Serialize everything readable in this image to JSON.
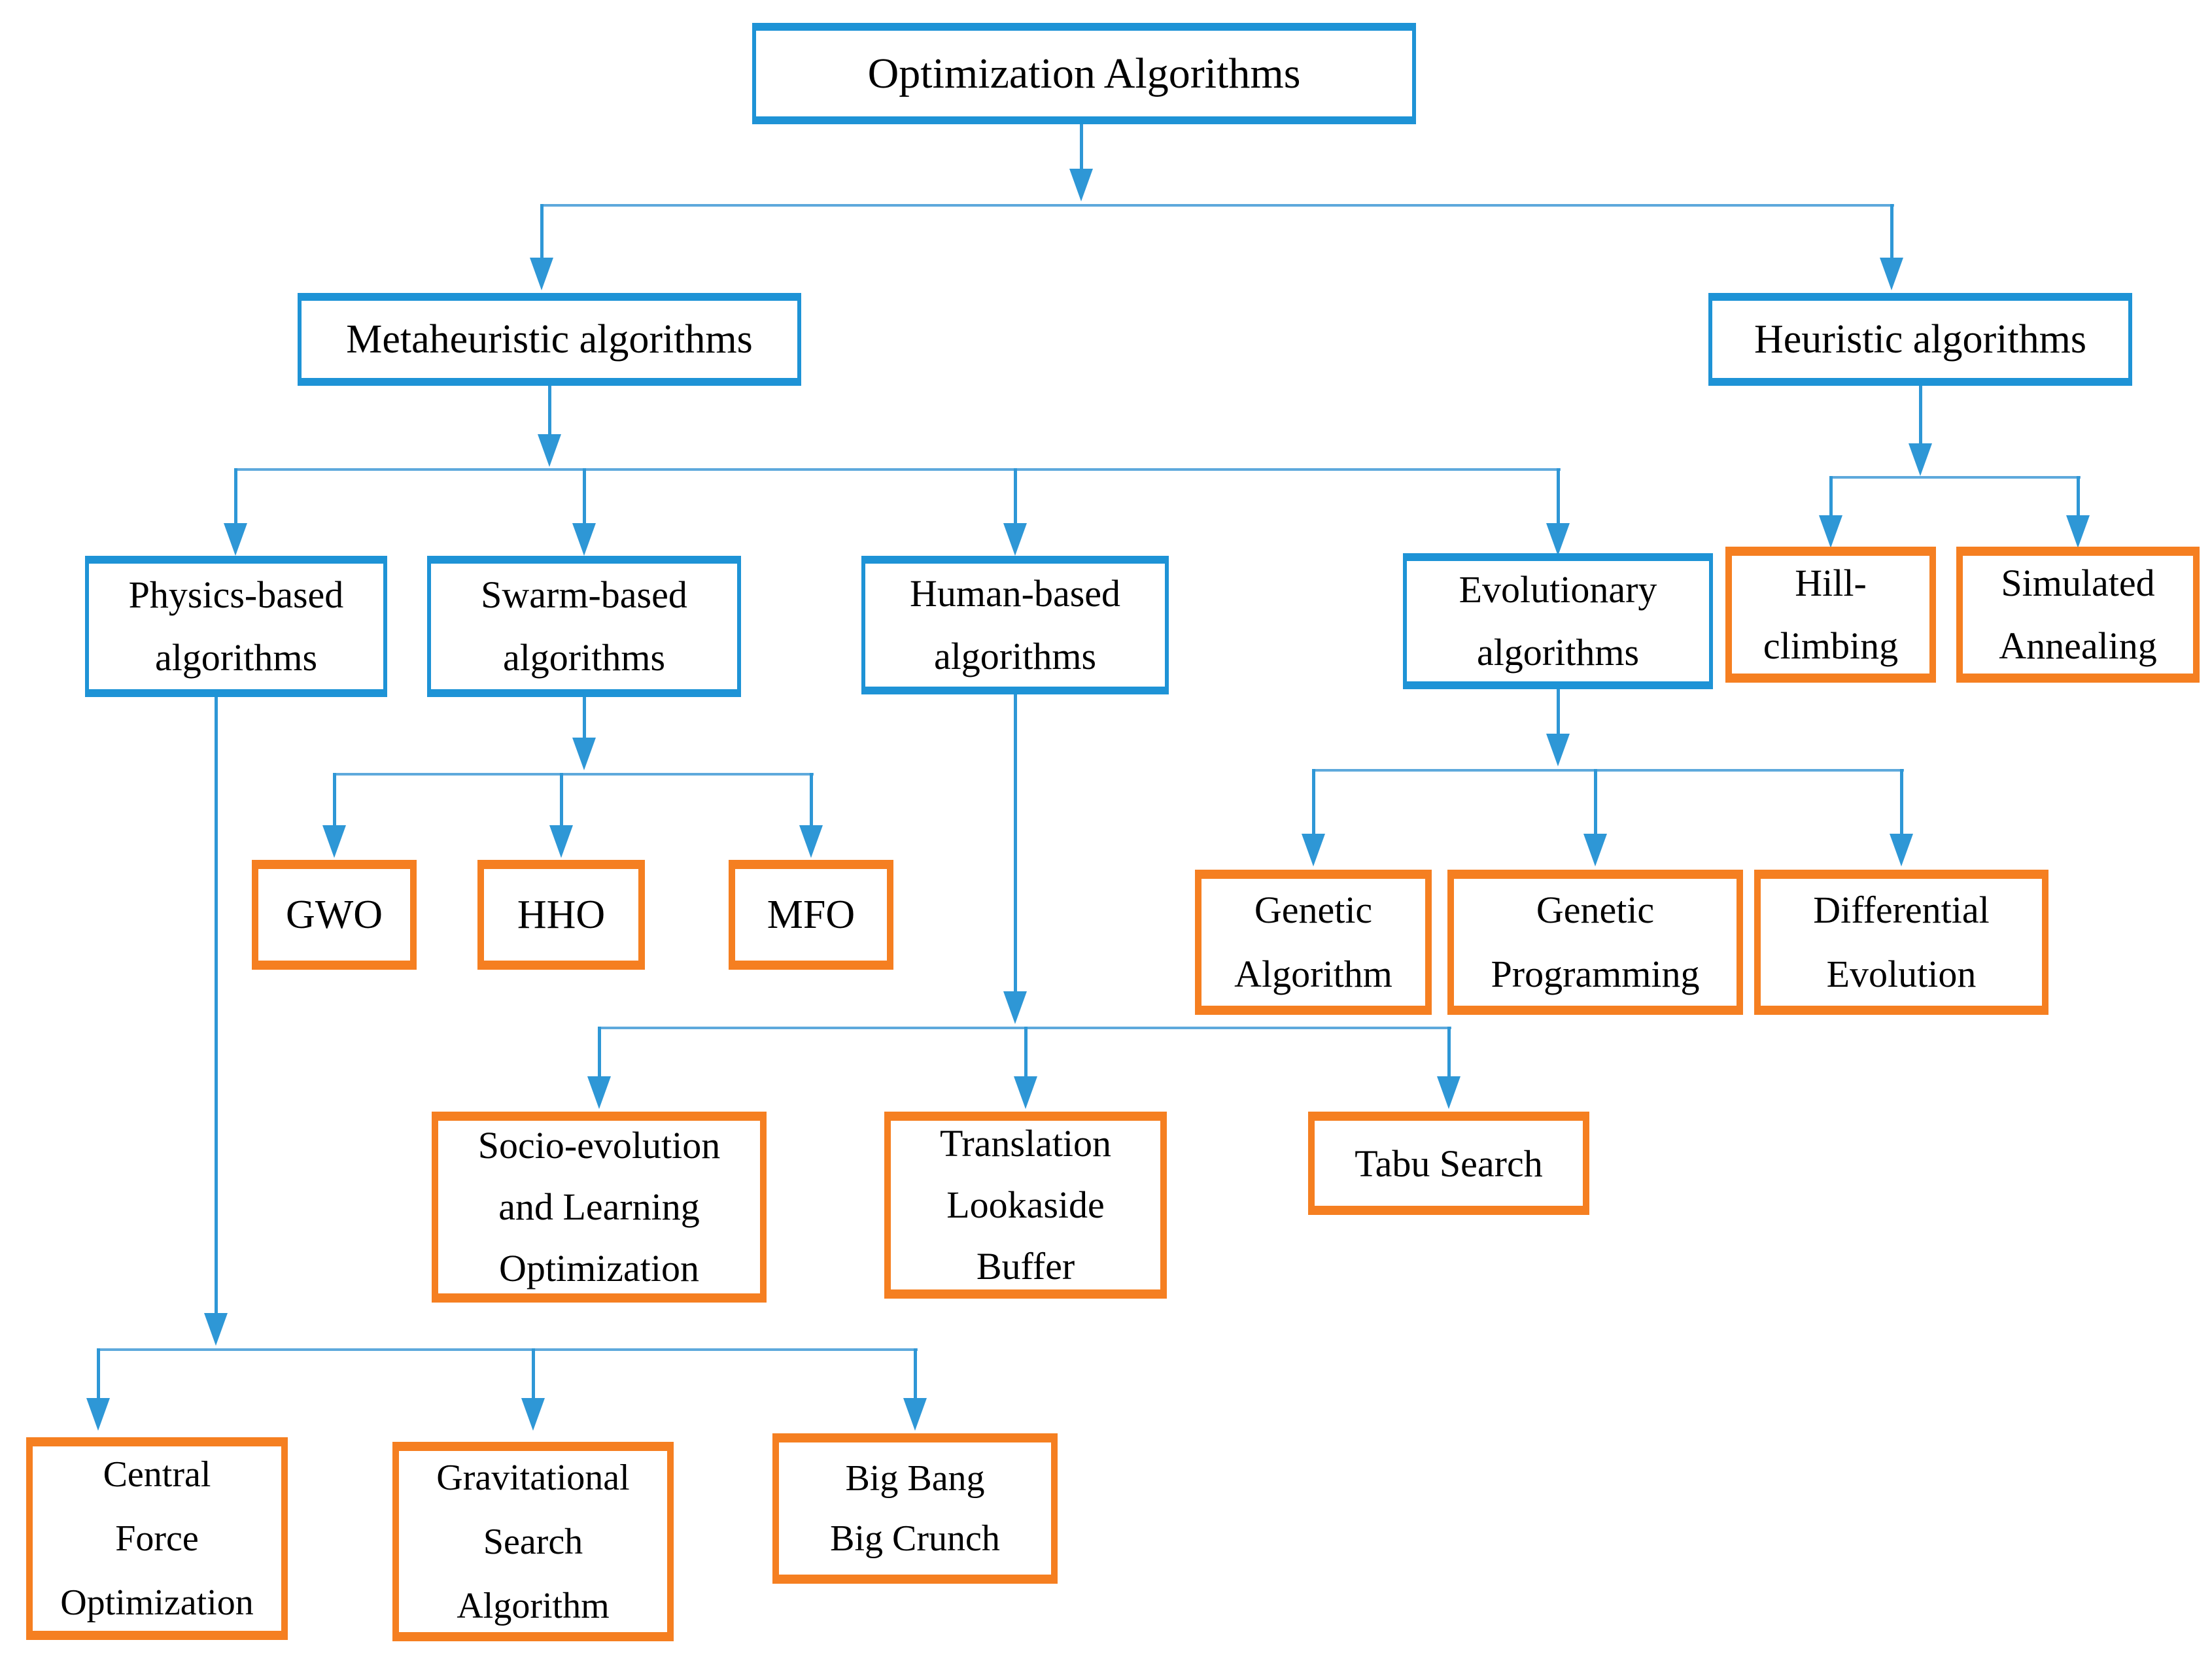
{
  "colors": {
    "box_blue": "#1E93D6",
    "box_orange": "#F57F21",
    "line_blue": "#2E97D6",
    "line_light_blue": "#5EA9DC",
    "text": "#000000",
    "background": "#FFFFFF"
  },
  "nodes": {
    "opt": {
      "label": "Optimization Algorithms",
      "lines": [
        "Optimization Algorithms"
      ]
    },
    "meta": {
      "label": "Metaheuristic algorithms",
      "lines": [
        "Metaheuristic algorithms"
      ]
    },
    "heur": {
      "label": "Heuristic algorithms",
      "lines": [
        "Heuristic algorithms"
      ]
    },
    "phys": {
      "label": "Physics-based algorithms",
      "lines": [
        "Physics-based",
        "algorithms"
      ]
    },
    "swarm": {
      "label": "Swarm-based algorithms",
      "lines": [
        "Swarm-based",
        "algorithms"
      ]
    },
    "human": {
      "label": "Human-based algorithms",
      "lines": [
        "Human-based",
        "algorithms"
      ]
    },
    "evo": {
      "label": "Evolutionary algorithms",
      "lines": [
        "Evolutionary",
        "algorithms"
      ]
    },
    "hill": {
      "label": "Hill-climbing",
      "lines": [
        "Hill-",
        "climbing"
      ]
    },
    "sim": {
      "label": "Simulated Annealing",
      "lines": [
        "Simulated",
        "Annealing"
      ]
    },
    "gwo": {
      "label": "GWO",
      "lines": [
        "GWO"
      ]
    },
    "hho": {
      "label": "HHO",
      "lines": [
        "HHO"
      ]
    },
    "mfo": {
      "label": "MFO",
      "lines": [
        "MFO"
      ]
    },
    "ga": {
      "label": "Genetic Algorithm",
      "lines": [
        "Genetic",
        "Algorithm"
      ]
    },
    "gp": {
      "label": "Genetic Programming",
      "lines": [
        "Genetic",
        "Programming"
      ]
    },
    "de": {
      "label": "Differential Evolution",
      "lines": [
        "Differential",
        "Evolution"
      ]
    },
    "socio": {
      "label": "Socio-evolution and Learning Optimization",
      "lines": [
        "Socio-evolution",
        "and Learning",
        "Optimization"
      ]
    },
    "tlb": {
      "label": "Translation Lookaside Buffer",
      "lines": [
        "Translation",
        "Lookaside",
        "Buffer"
      ]
    },
    "tabu": {
      "label": "Tabu Search",
      "lines": [
        "Tabu Search"
      ]
    },
    "cfo": {
      "label": "Central Force Optimization",
      "lines": [
        "Central",
        "Force",
        "Optimization"
      ]
    },
    "gsa": {
      "label": "Gravitational Search Algorithm",
      "lines": [
        "Gravitational",
        "Search",
        "Algorithm"
      ]
    },
    "bbc": {
      "label": "Big Bang Big Crunch",
      "lines": [
        "Big Bang",
        "Big Crunch"
      ]
    }
  },
  "edges": [
    {
      "from": "opt",
      "to": [
        "meta",
        "heur"
      ]
    },
    {
      "from": "meta",
      "to": [
        "phys",
        "swarm",
        "human",
        "evo"
      ]
    },
    {
      "from": "heur",
      "to": [
        "hill",
        "sim"
      ]
    },
    {
      "from": "swarm",
      "to": [
        "gwo",
        "hho",
        "mfo"
      ]
    },
    {
      "from": "evo",
      "to": [
        "ga",
        "gp",
        "de"
      ]
    },
    {
      "from": "human",
      "to": [
        "socio",
        "tlb",
        "tabu"
      ]
    },
    {
      "from": "phys",
      "to": [
        "cfo",
        "gsa",
        "bbc"
      ]
    }
  ]
}
